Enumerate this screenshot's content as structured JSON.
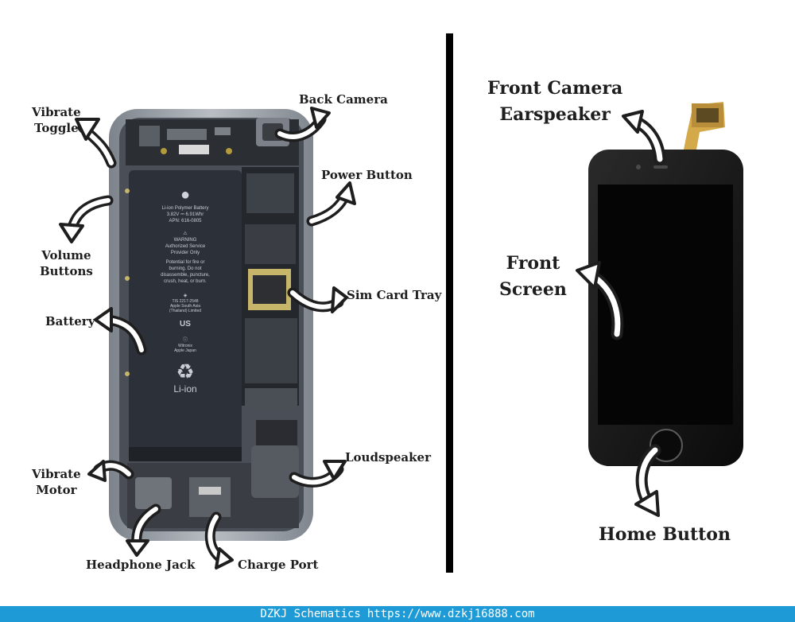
{
  "left_labels": {
    "vibrate_toggle": "Vibrate\nToggle",
    "back_camera": "Back Camera",
    "power_button": "Power Button",
    "volume_buttons": "Volume\nButtons",
    "sim_card_tray": "Sim Card Tray",
    "battery": "Battery",
    "vibrate_motor": "Vibrate\nMotor",
    "loudspeaker": "Loudspeaker",
    "headphone_jack": "Headphone Jack",
    "charge_port": "Charge Port"
  },
  "right_labels": {
    "front_camera_earspeaker": "Front Camera\nEarspeaker",
    "front_screen": "Front\nScreen",
    "home_button": "Home Button"
  },
  "battery_print": {
    "title": "Li-ion Polymer Battery",
    "spec": "3.82V ⎓ 6.91Whr",
    "apn": "APN: 616-0805",
    "warning": "WARNING",
    "authorized": "Authorized Service\nProvider Only",
    "caution": "Potential for fire or\nburning. Do not\ndisassemble, puncture,\ncrush, heat, or burn.",
    "fcc": "TIS 2217-2548\nApple South Asia\n(Thailand) Limited",
    "ul": "US",
    "maker": "Witronix\nApple Japan",
    "chem": "Li-ion"
  },
  "footer": {
    "brand": "DZKJ Schematics",
    "url": "https://www.dzkj16888.com"
  },
  "colors": {
    "footer_bg": "#1e9bd7",
    "battery": "#2c3038",
    "frame": "#9aa0a8",
    "screen": "#050505"
  }
}
